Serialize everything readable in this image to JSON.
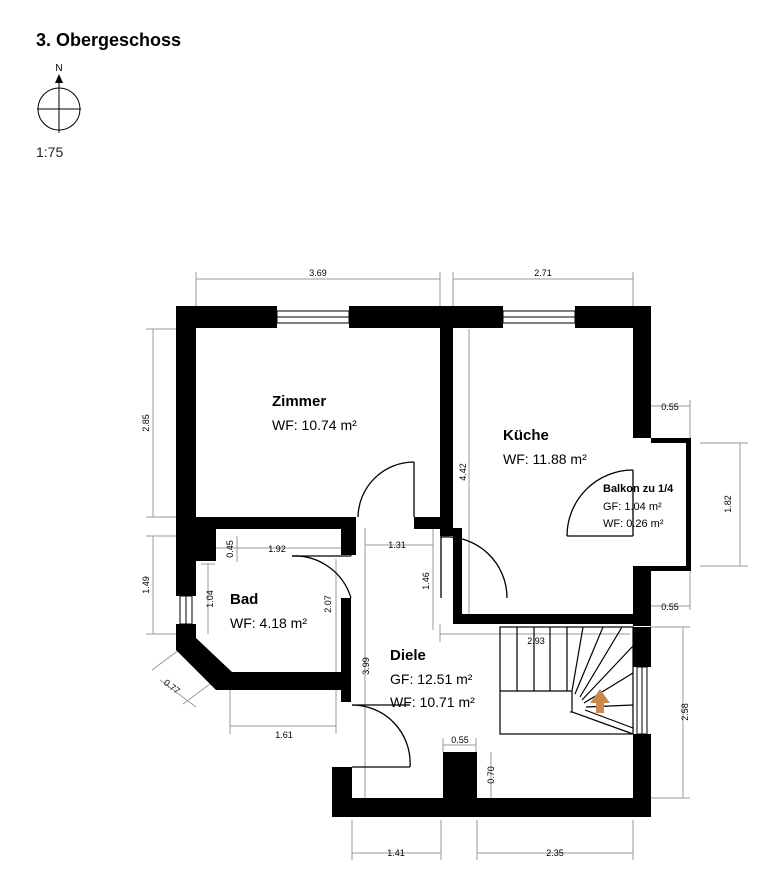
{
  "header": {
    "title": "3. Obergeschoss",
    "north_label": "N",
    "scale": "1:75"
  },
  "rooms": {
    "zimmer": {
      "name": "Zimmer",
      "area": "WF: 10.74 m²"
    },
    "kueche": {
      "name": "Küche",
      "area": "WF: 11.88 m²"
    },
    "bad": {
      "name": "Bad",
      "area": "WF: 4.18 m²"
    },
    "diele": {
      "name": "Diele",
      "gf": "GF: 12.51 m²",
      "wf": "WF: 10.71 m²"
    },
    "balkon": {
      "name": "Balkon zu 1/4",
      "gf": "GF: 1.04 m²",
      "wf": "WF: 0.26 m²"
    }
  },
  "dimensions": {
    "top_zimmer": "3.69",
    "top_kueche": "2.71",
    "left_zimmer": "2.85",
    "kueche_height": "4.42",
    "balkon_top_offset": "0.55",
    "balkon_width": "1.82",
    "balkon_bottom_offset": "0.55",
    "bad_top_step": "0.45",
    "bad_width_top": "1.92",
    "diele_top": "1.31",
    "left_bad": "1.49",
    "bad_small": "1.04",
    "door_height": "2.07",
    "diele_stub": "1.46",
    "stair_width": "2.93",
    "diagonal": "0.77",
    "bad_bottom": "1.61",
    "diele_height": "3.99",
    "right_stair": "2.58",
    "chimney_width": "0.55",
    "chimney_depth": "0.70",
    "bottom_left": "1.41",
    "bottom_right": "2.35"
  }
}
